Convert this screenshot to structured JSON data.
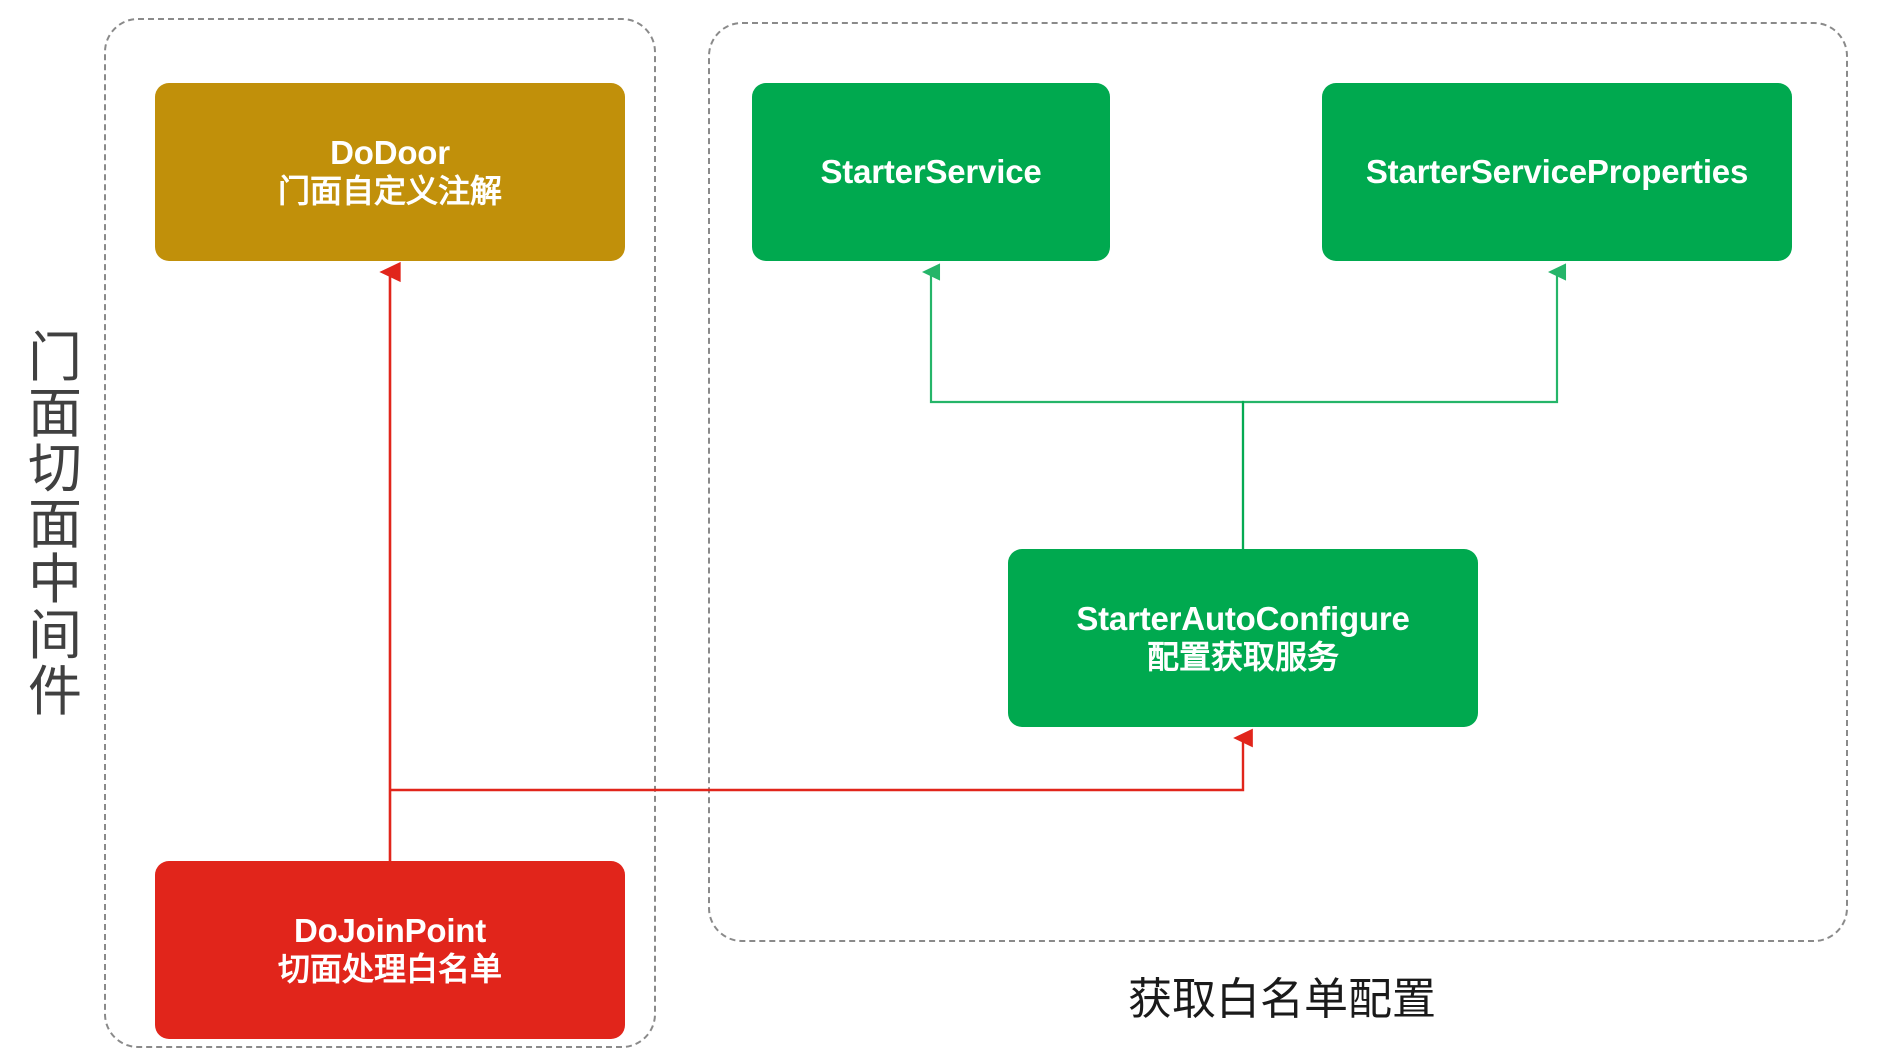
{
  "diagram": {
    "title": "门面切面中间件",
    "side_label": "门面切面中间件",
    "bottom_caption": "获取白名单配置",
    "colors": {
      "gold": "#c1900a",
      "green": "#00a94f",
      "red": "#e1251b",
      "group_border": "#8a8a8a",
      "green_edge": "#00a94f",
      "red_edge": "#e1251b",
      "text_dark": "#404040"
    },
    "groups": [
      {
        "id": "group-left",
        "name": "门面切面中间件",
        "label": "门面切面中间件"
      },
      {
        "id": "group-right",
        "name": "获取白名单配置",
        "label": "获取白名单配置"
      }
    ],
    "nodes": [
      {
        "id": "node-dodoor",
        "title": "DoDoor",
        "subtitle": "门面自定义注解",
        "color": "#c1900a"
      },
      {
        "id": "node-starterservice",
        "title": "StarterService",
        "subtitle": "",
        "color": "#00a94f"
      },
      {
        "id": "node-starterserviceproperties",
        "title": "StarterServiceProperties",
        "subtitle": "",
        "color": "#00a94f"
      },
      {
        "id": "node-starterautoconfigure",
        "title": "StarterAutoConfigure",
        "subtitle": "配置获取服务",
        "color": "#00a94f"
      },
      {
        "id": "node-dojoinpoint",
        "title": "DoJoinPoint",
        "subtitle": "切面处理白名单",
        "color": "#e1251b"
      }
    ],
    "edges": [
      {
        "from": "node-dojoinpoint",
        "to": "node-dodoor",
        "color": "#e1251b",
        "style": "solid-arrow"
      },
      {
        "from": "node-dojoinpoint",
        "to": "node-starterautoconfigure",
        "color": "#e1251b",
        "style": "solid-arrow"
      },
      {
        "from": "node-starterautoconfigure",
        "to": "node-starterservice",
        "color": "#00a94f",
        "style": "solid-arrow"
      },
      {
        "from": "node-starterautoconfigure",
        "to": "node-starterserviceproperties",
        "color": "#00a94f",
        "style": "solid-arrow"
      }
    ]
  }
}
